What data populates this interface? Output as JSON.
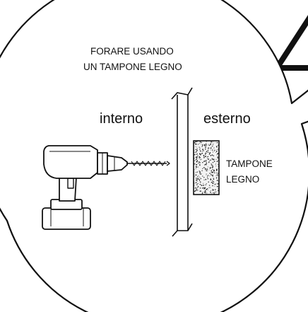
{
  "instructions": {
    "line1": "FORARE  USANDO",
    "line2": "UN  TAMPONE LEGNO"
  },
  "sides": {
    "inside": "interno",
    "outside": "esterno"
  },
  "wood_block": {
    "line1": "TAMPONE",
    "line2": "LEGNO"
  },
  "colors": {
    "stroke": "#111111",
    "background": "#ffffff"
  },
  "icons": [
    "warning-triangle-icon",
    "drill-icon"
  ]
}
